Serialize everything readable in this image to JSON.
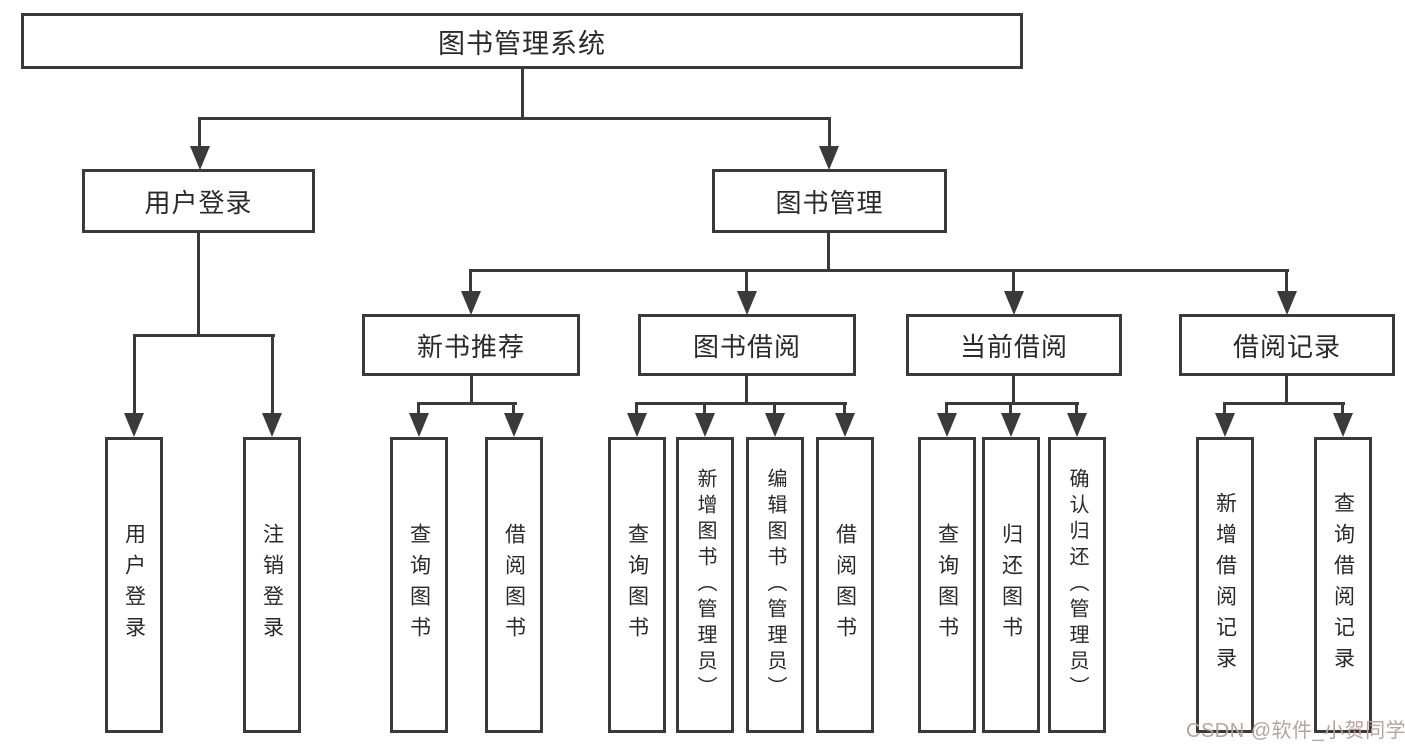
{
  "diagram": {
    "root": "图书管理系统",
    "branches": {
      "user_login": "用户登录",
      "book_mgmt": "图书管理"
    },
    "modules": {
      "new_books": "新书推荐",
      "book_borrow": "图书借阅",
      "current_borrow": "当前借阅",
      "borrow_records": "借阅记录"
    },
    "leaves": {
      "user_login": "用户登录",
      "logout": "注销登录",
      "nb_query_books": "查询图书",
      "nb_borrow_books": "借阅图书",
      "bb_query_books": "查询图书",
      "bb_add_books": "新增图书（管理员）",
      "bb_edit_books": "编辑图书（管理员）",
      "bb_borrow_books": "借阅图书",
      "cb_query_books": "查询图书",
      "cb_return_books": "归还图书",
      "cb_confirm_return": "确认归还（管理员）",
      "br_add_record": "新增借阅记录",
      "br_query_record": "查询借阅记录"
    }
  },
  "watermark": {
    "text": "CSDN @软件_小贺同学"
  },
  "colors": {
    "line": "#3a3a3a",
    "box_bg": "#ffffff",
    "text": "#2a2a2a",
    "watermark": "#b7a49f"
  }
}
